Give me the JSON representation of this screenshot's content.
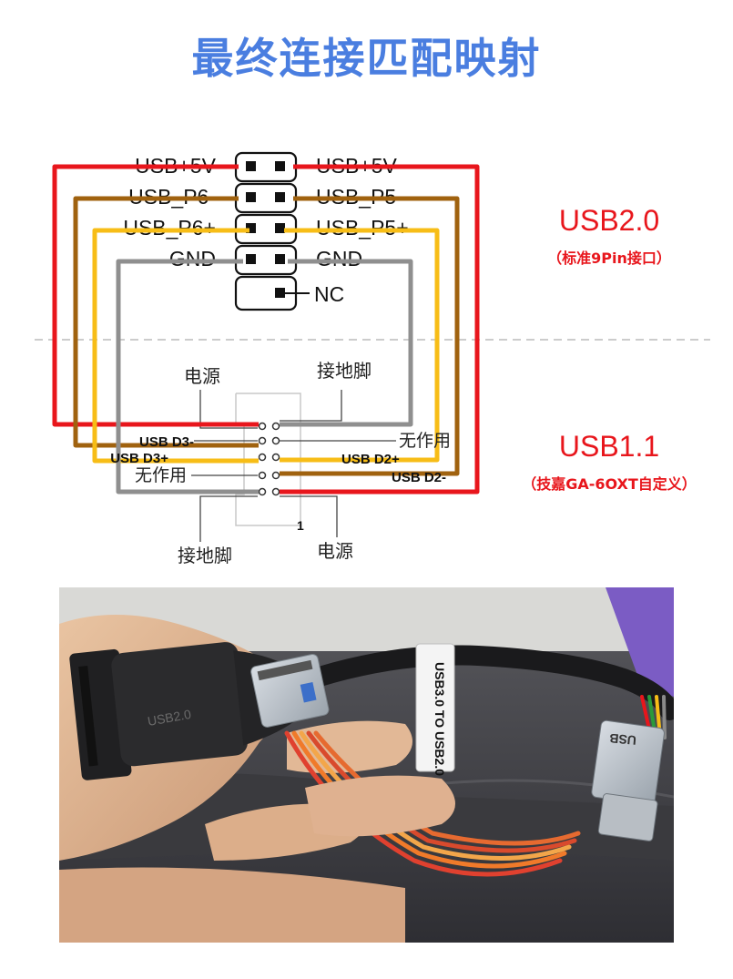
{
  "title": "最终连接匹配映射",
  "usb20": {
    "heading": "USB2.0",
    "subheading": "（标准9Pin接口）",
    "pins_left": [
      "USB+5V",
      "USB_P6-",
      "USB_P6+",
      "GND"
    ],
    "pins_right": [
      "USB+5V",
      "USB_P5-",
      "USB_P5+",
      "GND",
      "NC"
    ]
  },
  "usb11": {
    "heading": "USB1.1",
    "subheading": "（技嘉GA-6OXT自定义）",
    "label_power_top": "电源",
    "label_ground_top": "接地脚",
    "label_ground_bottom": "接地脚",
    "label_power_bottom": "电源",
    "label_unused_right": "无作用",
    "label_unused_left": "无作用",
    "sig_d3_minus": "USB D3-",
    "sig_d3_plus": "USB D3+",
    "sig_d2_plus": "USB D2+",
    "sig_d2_minus": "USB D2-",
    "pin_one": "1"
  },
  "photo": {
    "cable_label": "USB3.0 TO USB2.0",
    "plug_label": "USB",
    "pcb_mark": "USB2.0"
  },
  "colors": {
    "title": "#4a7ee0",
    "accent": "#e8161c",
    "wire_power": "#e8161c",
    "wire_data_minus": "#a0620f",
    "wire_data_plus": "#f7bd17",
    "wire_ground": "#8f8f8f"
  }
}
